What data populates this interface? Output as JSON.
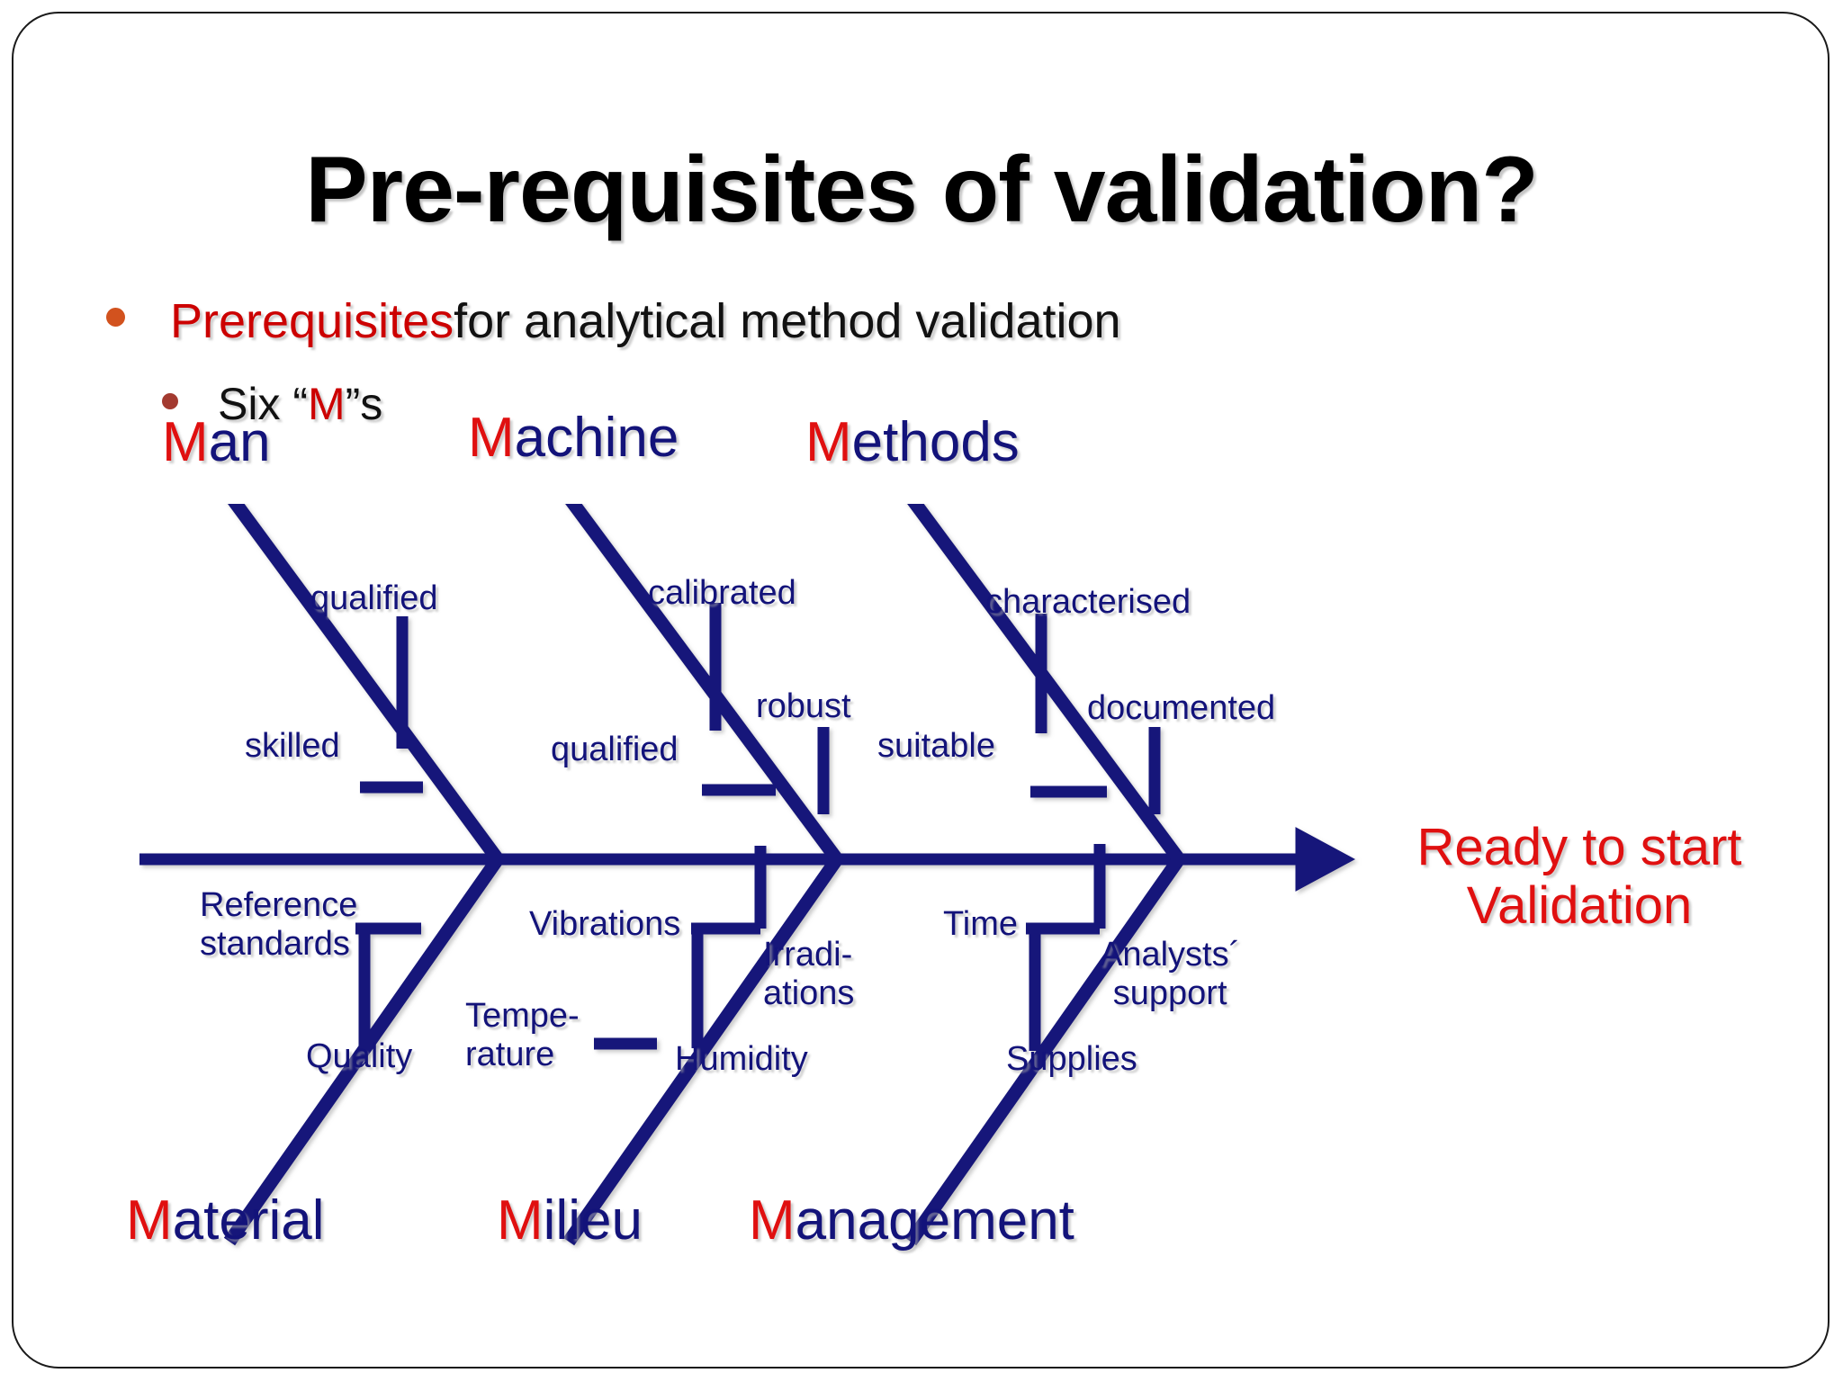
{
  "slide": {
    "title": "Pre-requisites of validation?",
    "bullets": [
      {
        "marker_color": "#D2521E",
        "lead": "Prerequisites",
        "rest": " for analytical method validation"
      },
      {
        "marker_color": "#A33A30",
        "pre": "Six “",
        "highlight": "M",
        "post": "”s"
      }
    ]
  },
  "colors": {
    "bone_navy": "#13137A",
    "accent_red": "#E01010",
    "text_red": "#CC0000",
    "text_black": "#111111",
    "bullet_orange": "#D2521E",
    "bullet_darkred": "#A33A30",
    "border": "#1a1a1a",
    "background": "#ffffff"
  },
  "chart_data": {
    "type": "diagram",
    "diagram_type": "fishbone-ishikawa",
    "title": "Pre-requisites of validation?",
    "effect": "Ready to start Validation",
    "categories": [
      {
        "name": "Man",
        "m": "M",
        "tail": "an",
        "position": "top",
        "causes": [
          "qualified",
          "skilled"
        ]
      },
      {
        "name": "Machine",
        "m": "M",
        "tail": "achine",
        "position": "top",
        "causes": [
          "calibrated",
          "qualified"
        ]
      },
      {
        "name": "Methods",
        "m": "M",
        "tail": "ethods",
        "position": "top",
        "causes": [
          "characterised",
          "suitable"
        ]
      },
      {
        "name": "Material",
        "m": "M",
        "tail": "aterial",
        "position": "bottom",
        "causes": [
          "Reference standards",
          "Quality"
        ]
      },
      {
        "name": "Milieu",
        "m": "M",
        "tail": "ilieu",
        "position": "bottom",
        "causes": [
          "Vibrations",
          "Temperature",
          "Humidity"
        ]
      },
      {
        "name": "Management",
        "m": "M",
        "tail": "anagement",
        "position": "bottom",
        "causes": [
          "Time",
          "Analysts´ support",
          "Supplies"
        ]
      }
    ],
    "extra_causes": [
      "robust",
      "documented",
      "Irradiations"
    ],
    "legend": null,
    "grid": false
  },
  "diagram": {
    "outcome_line1": "Ready to start",
    "outcome_line2": "Validation",
    "cats": {
      "man": {
        "m": "M",
        "tail": "an"
      },
      "machine": {
        "m": "M",
        "tail": "achine"
      },
      "methods": {
        "m": "M",
        "tail": "ethods"
      },
      "material": {
        "m": "M",
        "tail": "aterial"
      },
      "milieu": {
        "m": "M",
        "tail": "ilieu"
      },
      "management": {
        "m": "M",
        "tail": "anagement"
      }
    },
    "labels": {
      "qualified_man": "qualified",
      "skilled": "skilled",
      "calibrated": "calibrated",
      "qualified_machine": "qualified",
      "robust": "robust",
      "characterised": "characterised",
      "suitable": "suitable",
      "documented": "documented",
      "reference_l1": "Reference",
      "reference_l2": "standards",
      "quality": "Quality",
      "vibrations": "Vibrations",
      "temperature_l1": "Tempe-",
      "temperature_l2": "rature",
      "irradiations_l1": "Irradi-",
      "irradiations_l2": "ations",
      "humidity": "Humidity",
      "time": "Time",
      "analysts_l1": "Analysts´",
      "analysts_l2": "support",
      "supplies": "Supplies"
    }
  }
}
